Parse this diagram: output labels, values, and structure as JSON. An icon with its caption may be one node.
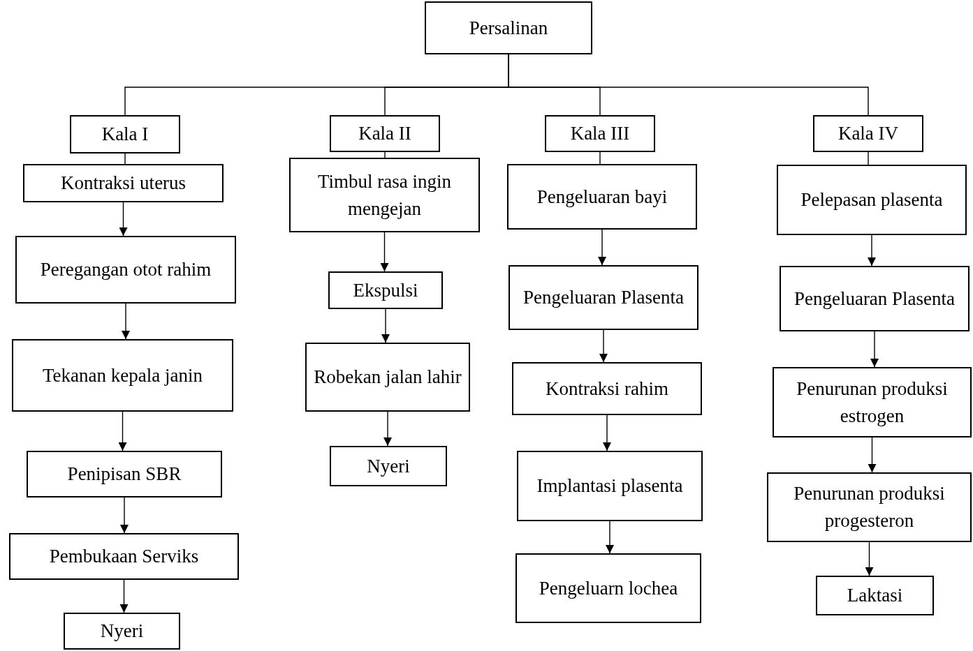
{
  "diagram": {
    "nodes": [
      {
        "text": [
          "Persalinan"
        ]
      },
      {
        "text": [
          "Kala I"
        ]
      },
      {
        "text": [
          "Kontraksi uterus"
        ]
      },
      {
        "text": [
          "Peregangan otot rahim"
        ]
      },
      {
        "text": [
          "Tekanan kepala janin"
        ]
      },
      {
        "text": [
          "Penipisan SBR"
        ]
      },
      {
        "text": [
          "Pembukaan Serviks"
        ]
      },
      {
        "text": [
          "Nyeri"
        ]
      },
      {
        "text": [
          "Kala II"
        ]
      },
      {
        "text": [
          "Timbul rasa ingin mengejan"
        ]
      },
      {
        "text": [
          "Ekspulsi"
        ]
      },
      {
        "text": [
          "Robekan jalan lahir"
        ]
      },
      {
        "text": [
          "Nyeri"
        ]
      },
      {
        "text": [
          "Kala III"
        ]
      },
      {
        "text": [
          "Pengeluaran bayi"
        ]
      },
      {
        "text": [
          "Pengeluaran Plasenta"
        ]
      },
      {
        "text": [
          "Kontraksi rahim"
        ]
      },
      {
        "text": [
          "Implantasi plasenta"
        ]
      },
      {
        "text": [
          "Pengeluarn lochea"
        ]
      },
      {
        "text": [
          "Kala IV"
        ]
      },
      {
        "text": [
          "Pelepasan plasenta"
        ]
      },
      {
        "text": [
          "Pengeluaran Plasenta"
        ]
      },
      {
        "text": [
          "Penurunan produksi estrogen"
        ]
      },
      {
        "text": [
          "Penurunan produksi progesteron"
        ]
      },
      {
        "text": [
          "Laktasi"
        ]
      }
    ],
    "edges": [
      {
        "from": 0,
        "to": 1,
        "arrow": "none"
      },
      {
        "from": 0,
        "to": 8,
        "arrow": "none"
      },
      {
        "from": 0,
        "to": 13,
        "arrow": "none"
      },
      {
        "from": 0,
        "to": 19,
        "arrow": "none"
      },
      {
        "from": 1,
        "to": 2,
        "arrow": "none"
      },
      {
        "from": 2,
        "to": 3,
        "arrow": "to"
      },
      {
        "from": 3,
        "to": 4,
        "arrow": "to"
      },
      {
        "from": 4,
        "to": 5,
        "arrow": "to"
      },
      {
        "from": 5,
        "to": 6,
        "arrow": "to"
      },
      {
        "from": 6,
        "to": 7,
        "arrow": "to"
      },
      {
        "from": 8,
        "to": 9,
        "arrow": "none"
      },
      {
        "from": 9,
        "to": 10,
        "arrow": "to"
      },
      {
        "from": 10,
        "to": 11,
        "arrow": "to"
      },
      {
        "from": 11,
        "to": 12,
        "arrow": "to"
      },
      {
        "from": 13,
        "to": 14,
        "arrow": "none"
      },
      {
        "from": 14,
        "to": 15,
        "arrow": "to"
      },
      {
        "from": 15,
        "to": 16,
        "arrow": "to"
      },
      {
        "from": 16,
        "to": 17,
        "arrow": "to"
      },
      {
        "from": 17,
        "to": 18,
        "arrow": "to"
      },
      {
        "from": 19,
        "to": 20,
        "arrow": "none"
      },
      {
        "from": 20,
        "to": 21,
        "arrow": "to"
      },
      {
        "from": 21,
        "to": 22,
        "arrow": "to"
      },
      {
        "from": 22,
        "to": 23,
        "arrow": "to"
      },
      {
        "from": 23,
        "to": 24,
        "arrow": "to"
      }
    ]
  }
}
